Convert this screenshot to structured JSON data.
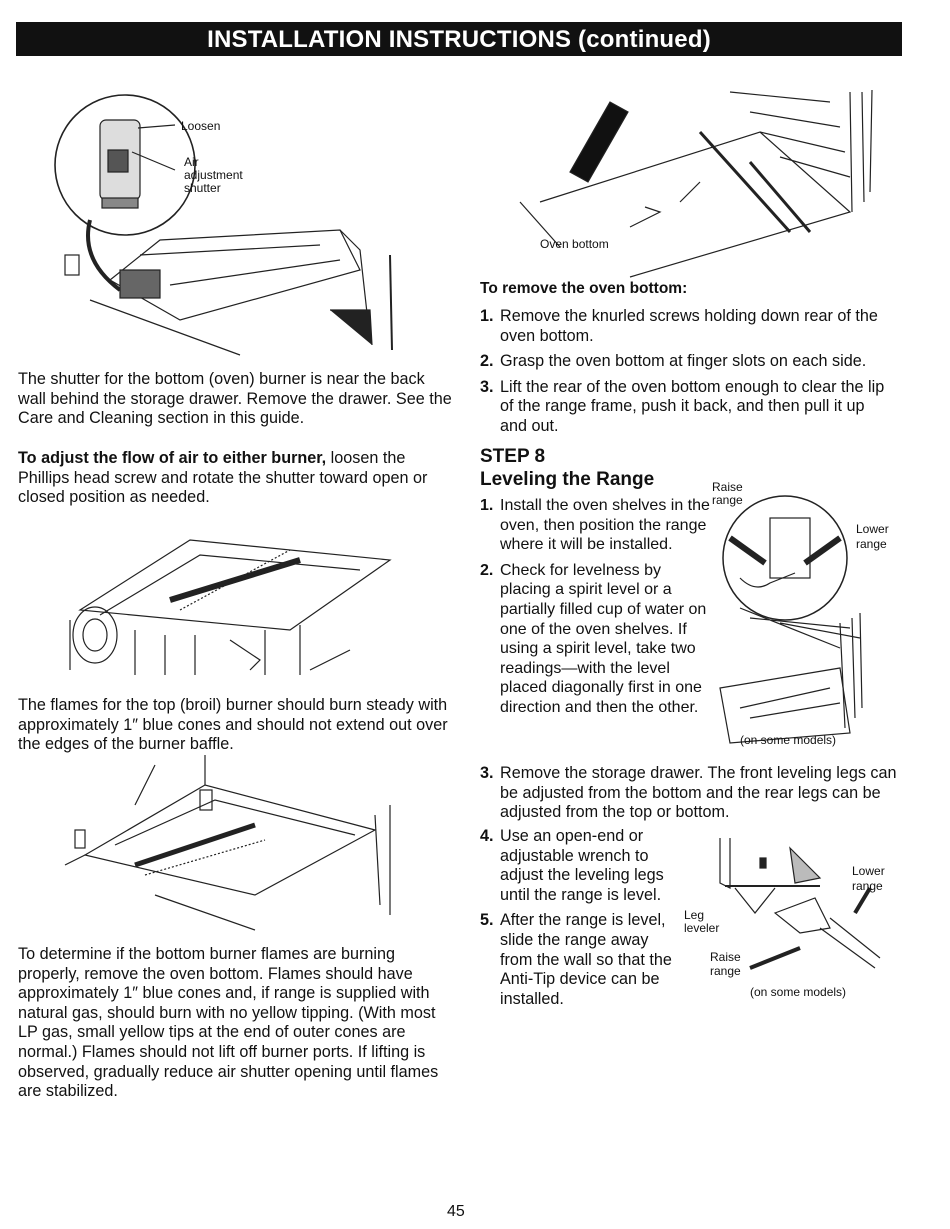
{
  "header": {
    "title": "INSTALLATION INSTRUCTIONS (continued)"
  },
  "figures": {
    "shutter": {
      "loosen": "Loosen",
      "air_line1": "Air",
      "air_line2": "adjustment",
      "air_line3": "shutter"
    },
    "oven_bottom": {
      "label": "Oven bottom"
    },
    "leveling_top": {
      "raise_line1": "Raise",
      "raise_line2": "range",
      "lower_line1": "Lower",
      "lower_line2": "range",
      "note": "(on some models)"
    },
    "leveling_bottom": {
      "lower_line1": "Lower",
      "lower_line2": "range",
      "leg_line1": "Leg",
      "leg_line2": "leveler",
      "raise_line1": "Raise",
      "raise_line2": "range",
      "note": "(on some models)"
    }
  },
  "left": {
    "para1": "The shutter for the bottom (oven) burner is near the back wall behind the storage drawer. Remove the drawer. See the Care and Cleaning section in this guide.",
    "para2_bold": "To adjust the flow of air to either burner,",
    "para2_rest": " loosen the Phillips head screw and rotate the shutter toward open or closed position as needed.",
    "para3": "The flames for the top (broil) burner should burn steady with approximately 1″ blue cones and should not extend out over the edges of the burner baffle.",
    "para4": "To determine if the bottom burner flames are burning properly, remove the oven bottom. Flames should have approximately 1″ blue cones and, if range is supplied with natural gas, should burn with no yellow tipping. (With most LP gas, small yellow tips at the end of outer cones are normal.) Flames should not lift off burner ports. If lifting is observed, gradually reduce air shutter opening until flames are stabilized."
  },
  "right": {
    "remove_heading": "To remove the oven bottom:",
    "remove_steps": [
      {
        "num": "1.",
        "text": "Remove the knurled screws holding down rear of the oven bottom."
      },
      {
        "num": "2.",
        "text": "Grasp the oven bottom at finger slots on each side."
      },
      {
        "num": "3.",
        "text": "Lift the rear of the oven bottom enough to clear the lip of the range frame, push it back, and then pull it up and out."
      }
    ],
    "step_label": "STEP 8",
    "step_title": "Leveling the Range",
    "level_steps_a": [
      {
        "num": "1.",
        "text": "Install the oven shelves in the oven, then position the range where it will be installed."
      },
      {
        "num": "2.",
        "text": "Check for levelness by placing a spirit level or a partially filled cup of water on one of the oven shelves. If using a spirit level, take two readings—with the level placed diagonally first in one direction and then the other."
      }
    ],
    "level_step3": {
      "num": "3.",
      "text": "Remove the storage drawer. The front leveling legs can be adjusted from the bottom and the rear legs can be adjusted from the top or bottom."
    },
    "level_steps_b": [
      {
        "num": "4.",
        "text": "Use an open-end or adjustable wrench to adjust the leveling legs until the range is level."
      },
      {
        "num": "5.",
        "text": "After the range is level, slide the range away from the wall so that the Anti-Tip device can be installed."
      }
    ]
  },
  "footer": {
    "page_number": "45"
  }
}
